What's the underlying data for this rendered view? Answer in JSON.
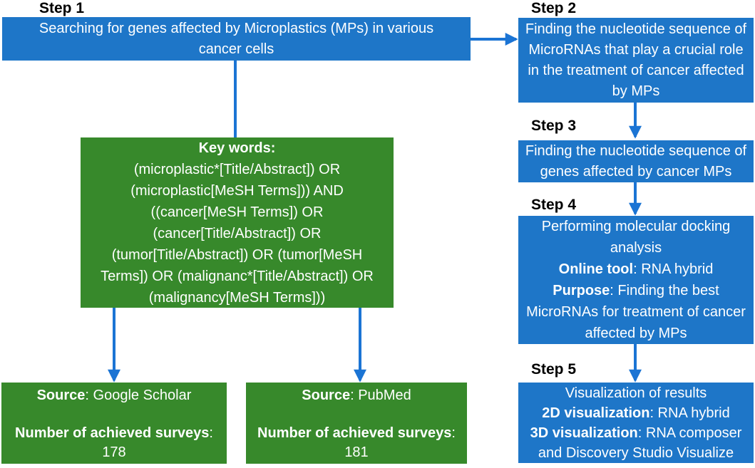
{
  "colors": {
    "blue": "#1E76C8",
    "green": "#37892B",
    "arrow": "#1B74D4",
    "box_text": "#FFFFFF",
    "label_text": "#000000",
    "background": "#FFFFFF"
  },
  "left": {
    "step1": {
      "label": "Step 1",
      "text": "Searching for genes affected by Microplastics (MPs) in various cancer cells"
    },
    "keywords": {
      "title": "Key words:",
      "query": "(microplastic*[Title/Abstract]) OR (microplastic[MeSH Terms])) AND ((cancer[MeSH Terms]) OR (cancer[Title/Abstract]) OR (tumor[Title/Abstract]) OR (tumor[MeSH Terms]) OR (malignanc*[Title/Abstract]) OR (malignancy[MeSH Terms]))"
    },
    "sources": {
      "google": {
        "label": "Source",
        "value": ": Google Scholar",
        "count_label": "Number of achieved surveys",
        "count_colon": ":",
        "count": "178"
      },
      "pubmed": {
        "label": "Source",
        "value": ": PubMed",
        "count_label": "Number of achieved surveys",
        "count_colon": ":",
        "count": "181"
      }
    }
  },
  "right": {
    "step2": {
      "label": "Step 2",
      "text": "Finding the nucleotide sequence of MicroRNAs that play a crucial role in the treatment of cancer affected by MPs"
    },
    "step3": {
      "label": "Step 3",
      "text": "Finding the nucleotide sequence of genes affected by cancer MPs"
    },
    "step4": {
      "label": "Step 4",
      "title": "Performing molecular docking analysis",
      "tool_label": "Online tool",
      "tool_value": ": RNA hybrid",
      "purpose_label": "Purpose",
      "purpose_value": ": Finding the best MicroRNAs for treatment of cancer affected by MPs"
    },
    "step5": {
      "label": "Step 5",
      "title": "Visualization of results",
      "viz2d_label": "2D visualization",
      "viz2d_value": ": RNA hybrid",
      "viz3d_label": "3D visualization",
      "viz3d_value": ": RNA composer and Discovery Studio Visualize"
    }
  }
}
